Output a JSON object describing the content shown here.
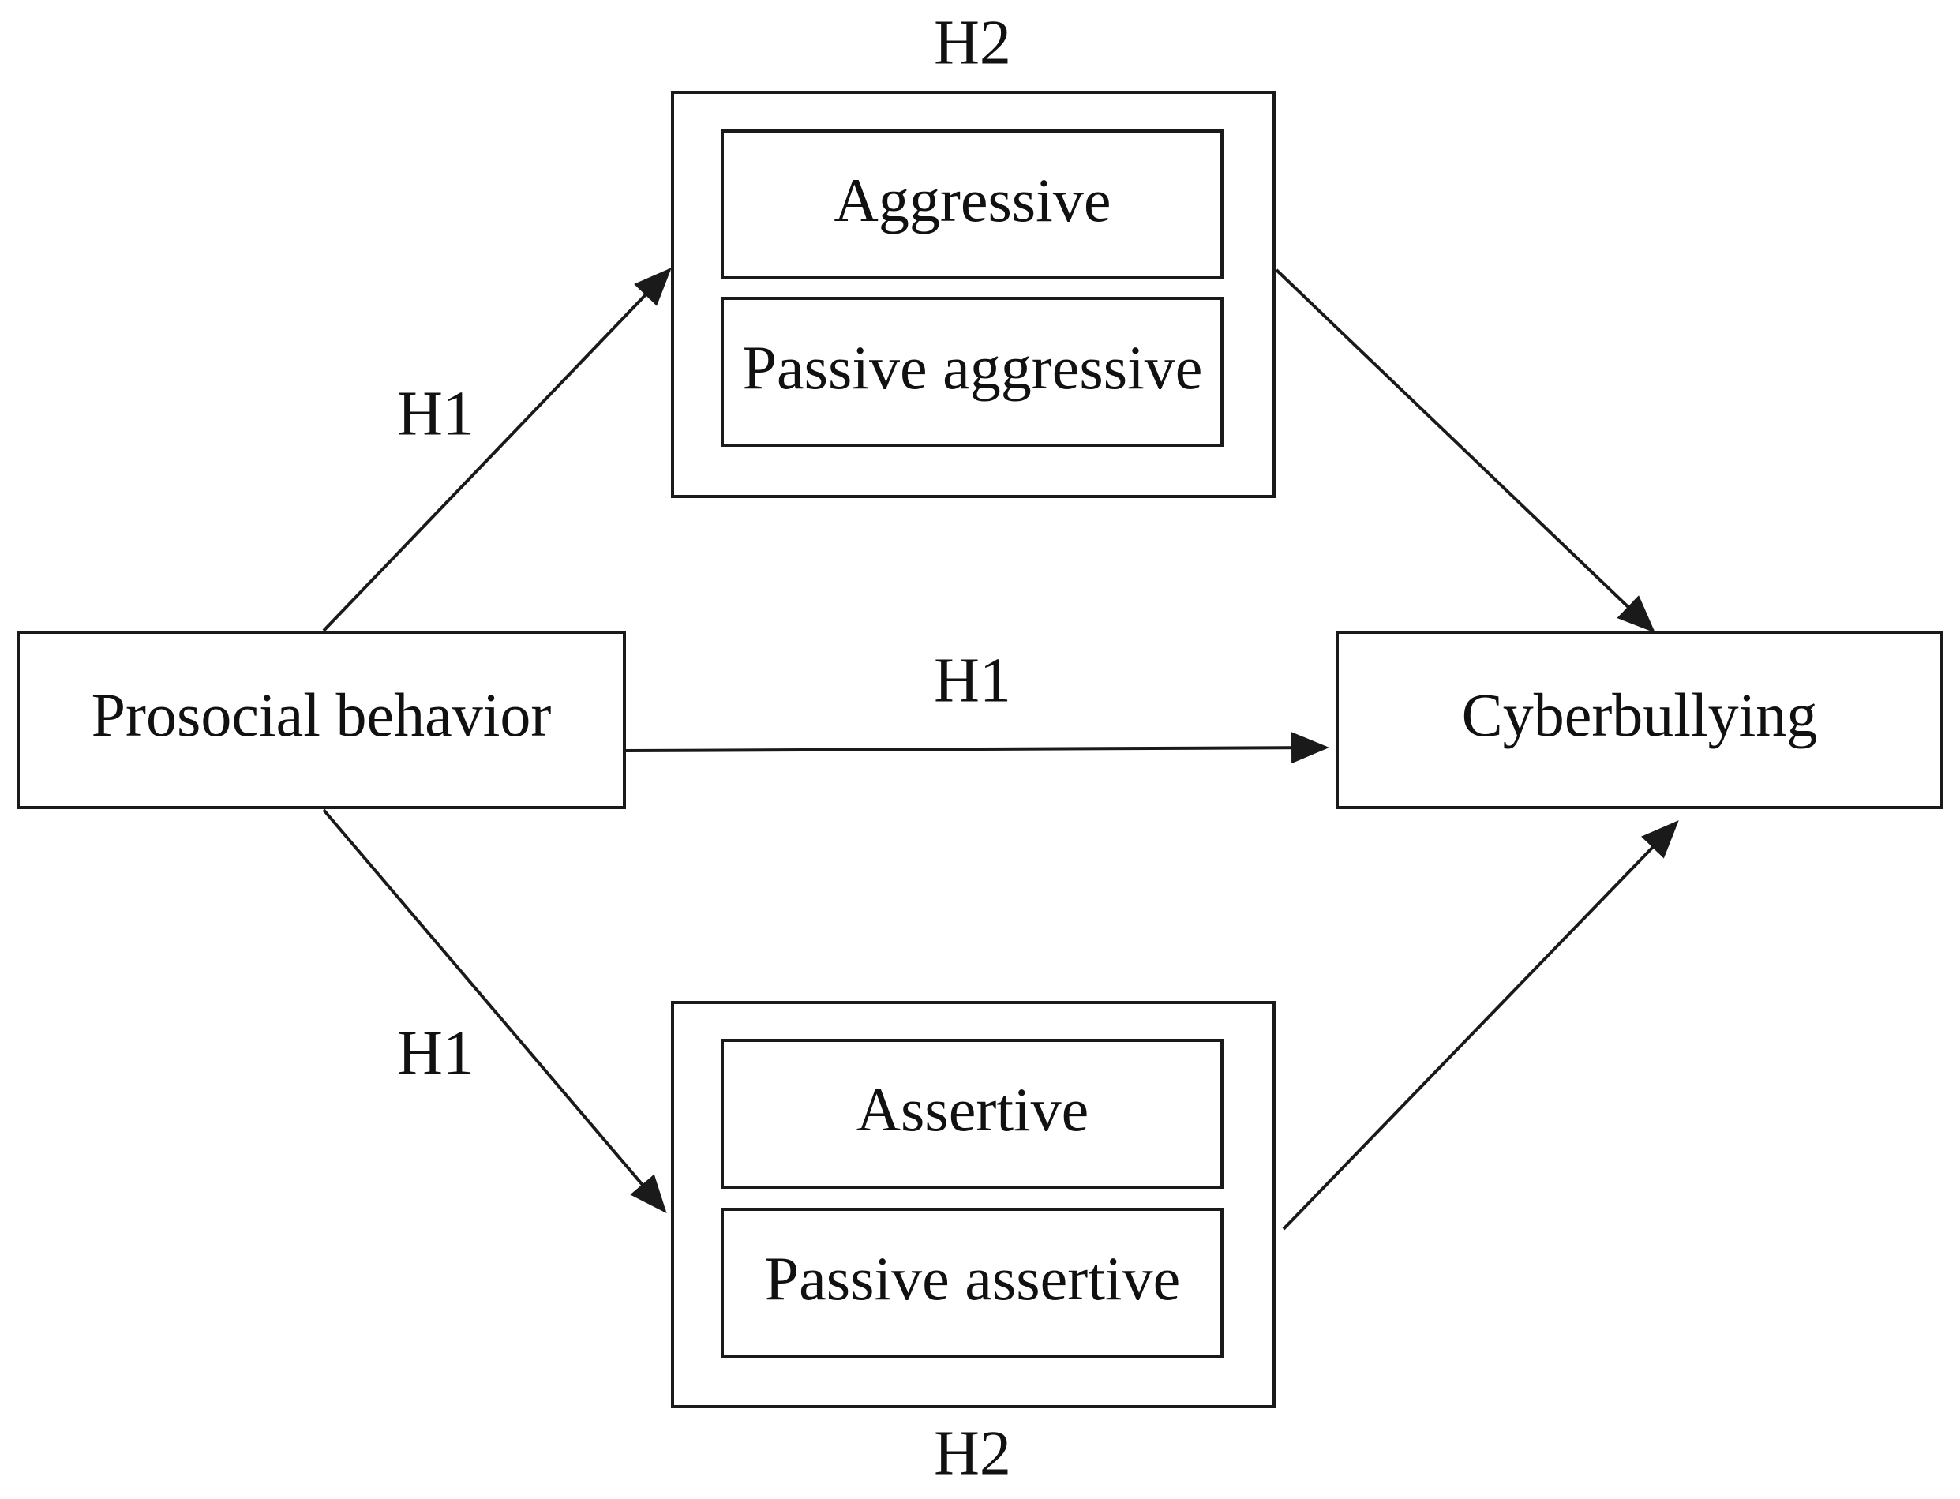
{
  "nodes": {
    "prosocial": "Prosocial behavior",
    "cyberbullying": "Cyberbullying",
    "aggressive": "Aggressive",
    "passive_aggressive": "Passive aggressive",
    "assertive": "Assertive",
    "passive_assertive": "Passive assertive"
  },
  "hypotheses": {
    "h1_upper": "H1",
    "h1_middle": "H1",
    "h1_lower": "H1",
    "h2_top": "H2",
    "h2_bottom": "H2"
  },
  "colors": {
    "stroke": "#1a1a1a",
    "text": "#111111",
    "background": "#ffffff"
  }
}
